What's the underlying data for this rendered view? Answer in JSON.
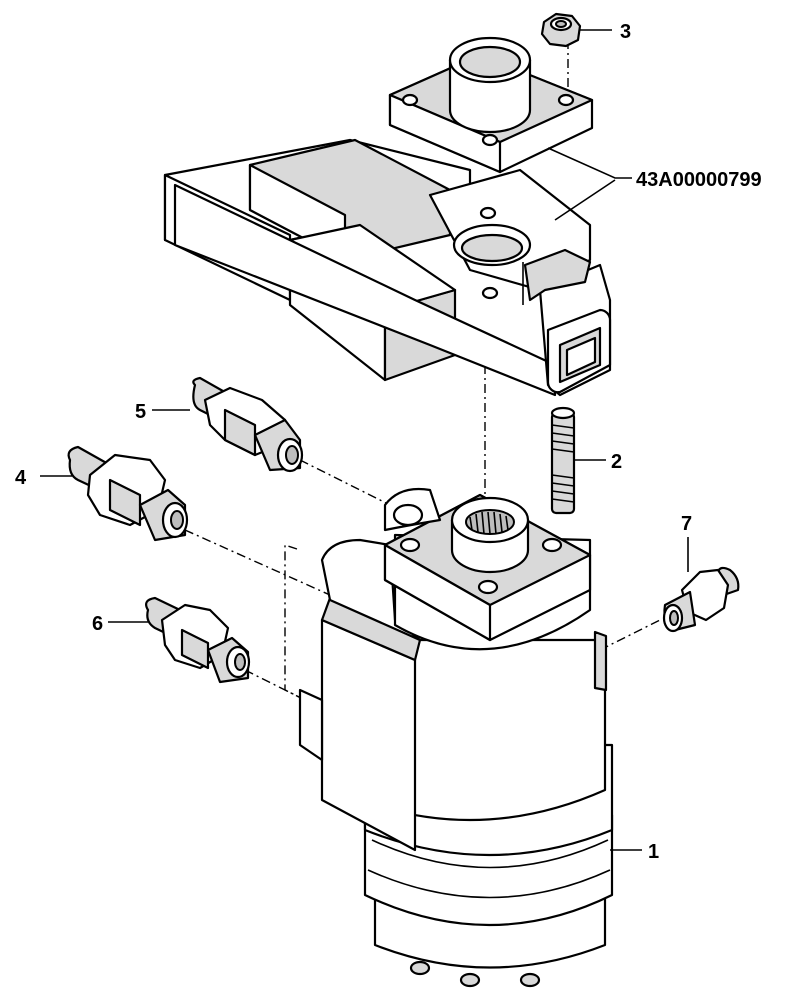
{
  "callouts": {
    "c1": "1",
    "c2": "2",
    "c3": "3",
    "c4": "4",
    "c5": "5",
    "c6": "6",
    "c7": "7",
    "kit": "43A00000799"
  }
}
